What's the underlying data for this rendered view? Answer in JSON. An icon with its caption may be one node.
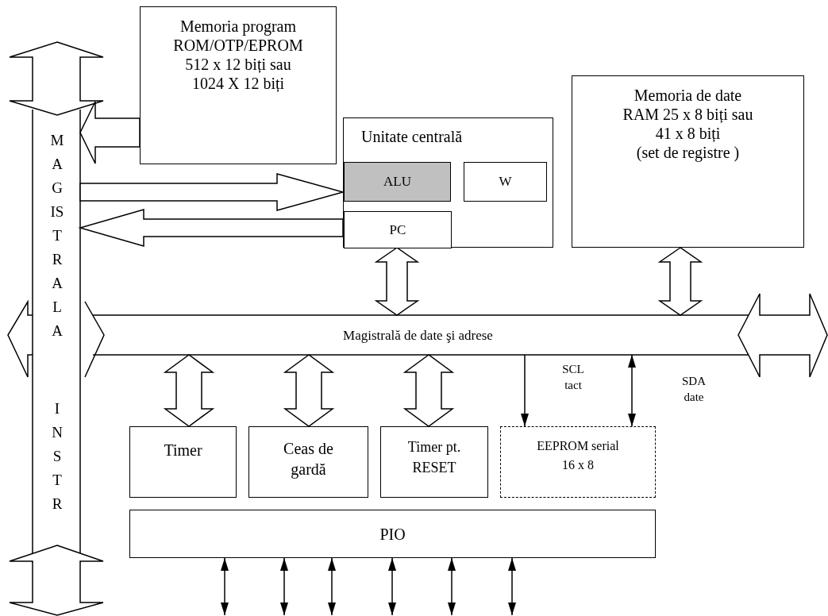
{
  "diagram": {
    "nodes": [
      {
        "text": [
          "MAGISTRALA",
          "INSTR"
        ]
      },
      {
        "text": [
          "Memoria program ROM/OTP/EPROM 512 x 12 biți sau 1024 X 12 biți"
        ]
      },
      {
        "text": [
          "Unitate centrală"
        ]
      },
      {
        "text": [
          "ALU"
        ],
        "in": 2
      },
      {
        "text": [
          "W"
        ],
        "in": 2
      },
      {
        "text": [
          "PC"
        ],
        "in": 2
      },
      {
        "text": [
          "Memoria de date RAM 25 x 8 biți sau 41 x 8 biți",
          "(set de registre )"
        ]
      },
      {
        "text": [
          "Magistrală de date şi adrese"
        ]
      },
      {
        "text": [
          "Timer"
        ]
      },
      {
        "text": [
          "Ceas de gardă"
        ]
      },
      {
        "text": [
          "Timer pt. RESET"
        ]
      },
      {
        "text": [
          "EEPROM serial 16 x 8"
        ]
      },
      {
        "text": [
          "PIO"
        ]
      }
    ],
    "edges": [
      {
        "from": 1,
        "to": 0,
        "arrow": "to",
        "style": "thick"
      },
      {
        "from": 0,
        "to": 3,
        "arrow": "to",
        "style": "thick"
      },
      {
        "from": 5,
        "to": 0,
        "arrow": "to",
        "style": "thick"
      },
      {
        "from": 2,
        "to": 7,
        "arrow": "both",
        "style": "thick"
      },
      {
        "from": 6,
        "to": 7,
        "arrow": "both",
        "style": "thick"
      },
      {
        "from": 7,
        "to": 8,
        "arrow": "both",
        "style": "thick"
      },
      {
        "from": 7,
        "to": 9,
        "arrow": "both",
        "style": "thick"
      },
      {
        "from": 7,
        "to": 10,
        "arrow": "both",
        "style": "thick"
      },
      {
        "from": 7,
        "to": 11,
        "arrow": "to",
        "label": "SCL tact"
      },
      {
        "from": 7,
        "to": 11,
        "arrow": "both",
        "label": "SDA date"
      },
      {
        "from": 12,
        "to": null,
        "arrow": "both"
      },
      {
        "from": 12,
        "to": null,
        "arrow": "both"
      },
      {
        "from": 12,
        "to": null,
        "arrow": "both"
      },
      {
        "from": 12,
        "to": null,
        "arrow": "both"
      },
      {
        "from": 12,
        "to": null,
        "arrow": "both"
      },
      {
        "from": 12,
        "to": null,
        "arrow": "both"
      }
    ]
  }
}
